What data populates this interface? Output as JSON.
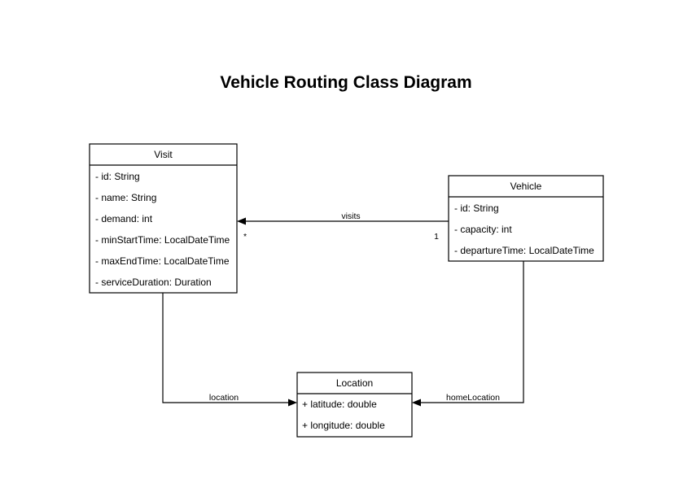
{
  "title": "Vehicle Routing Class Diagram",
  "colors": {
    "background": "#ffffff",
    "stroke": "#000000",
    "text": "#000000",
    "box_fill": "#ffffff"
  },
  "classes": [
    {
      "name": "Visit",
      "attributes": [
        "- id: String",
        "- name: String",
        "- demand: int",
        "- minStartTime: LocalDateTime",
        "- maxEndTime: LocalDateTime",
        "- serviceDuration: Duration"
      ]
    },
    {
      "name": "Vehicle",
      "attributes": [
        "- id: String",
        "- capacity: int",
        "- departureTime: LocalDateTime"
      ]
    },
    {
      "name": "Location",
      "attributes": [
        "+ latitude: double",
        "+ longitude: double"
      ]
    }
  ],
  "relationships": [
    {
      "label": "visits",
      "from": "Vehicle",
      "to": "Visit",
      "source_multiplicity": "1",
      "target_multiplicity": "*"
    },
    {
      "label": "location",
      "from": "Visit",
      "to": "Location",
      "source_multiplicity": "",
      "target_multiplicity": ""
    },
    {
      "label": "homeLocation",
      "from": "Vehicle",
      "to": "Location",
      "source_multiplicity": "",
      "target_multiplicity": ""
    }
  ]
}
